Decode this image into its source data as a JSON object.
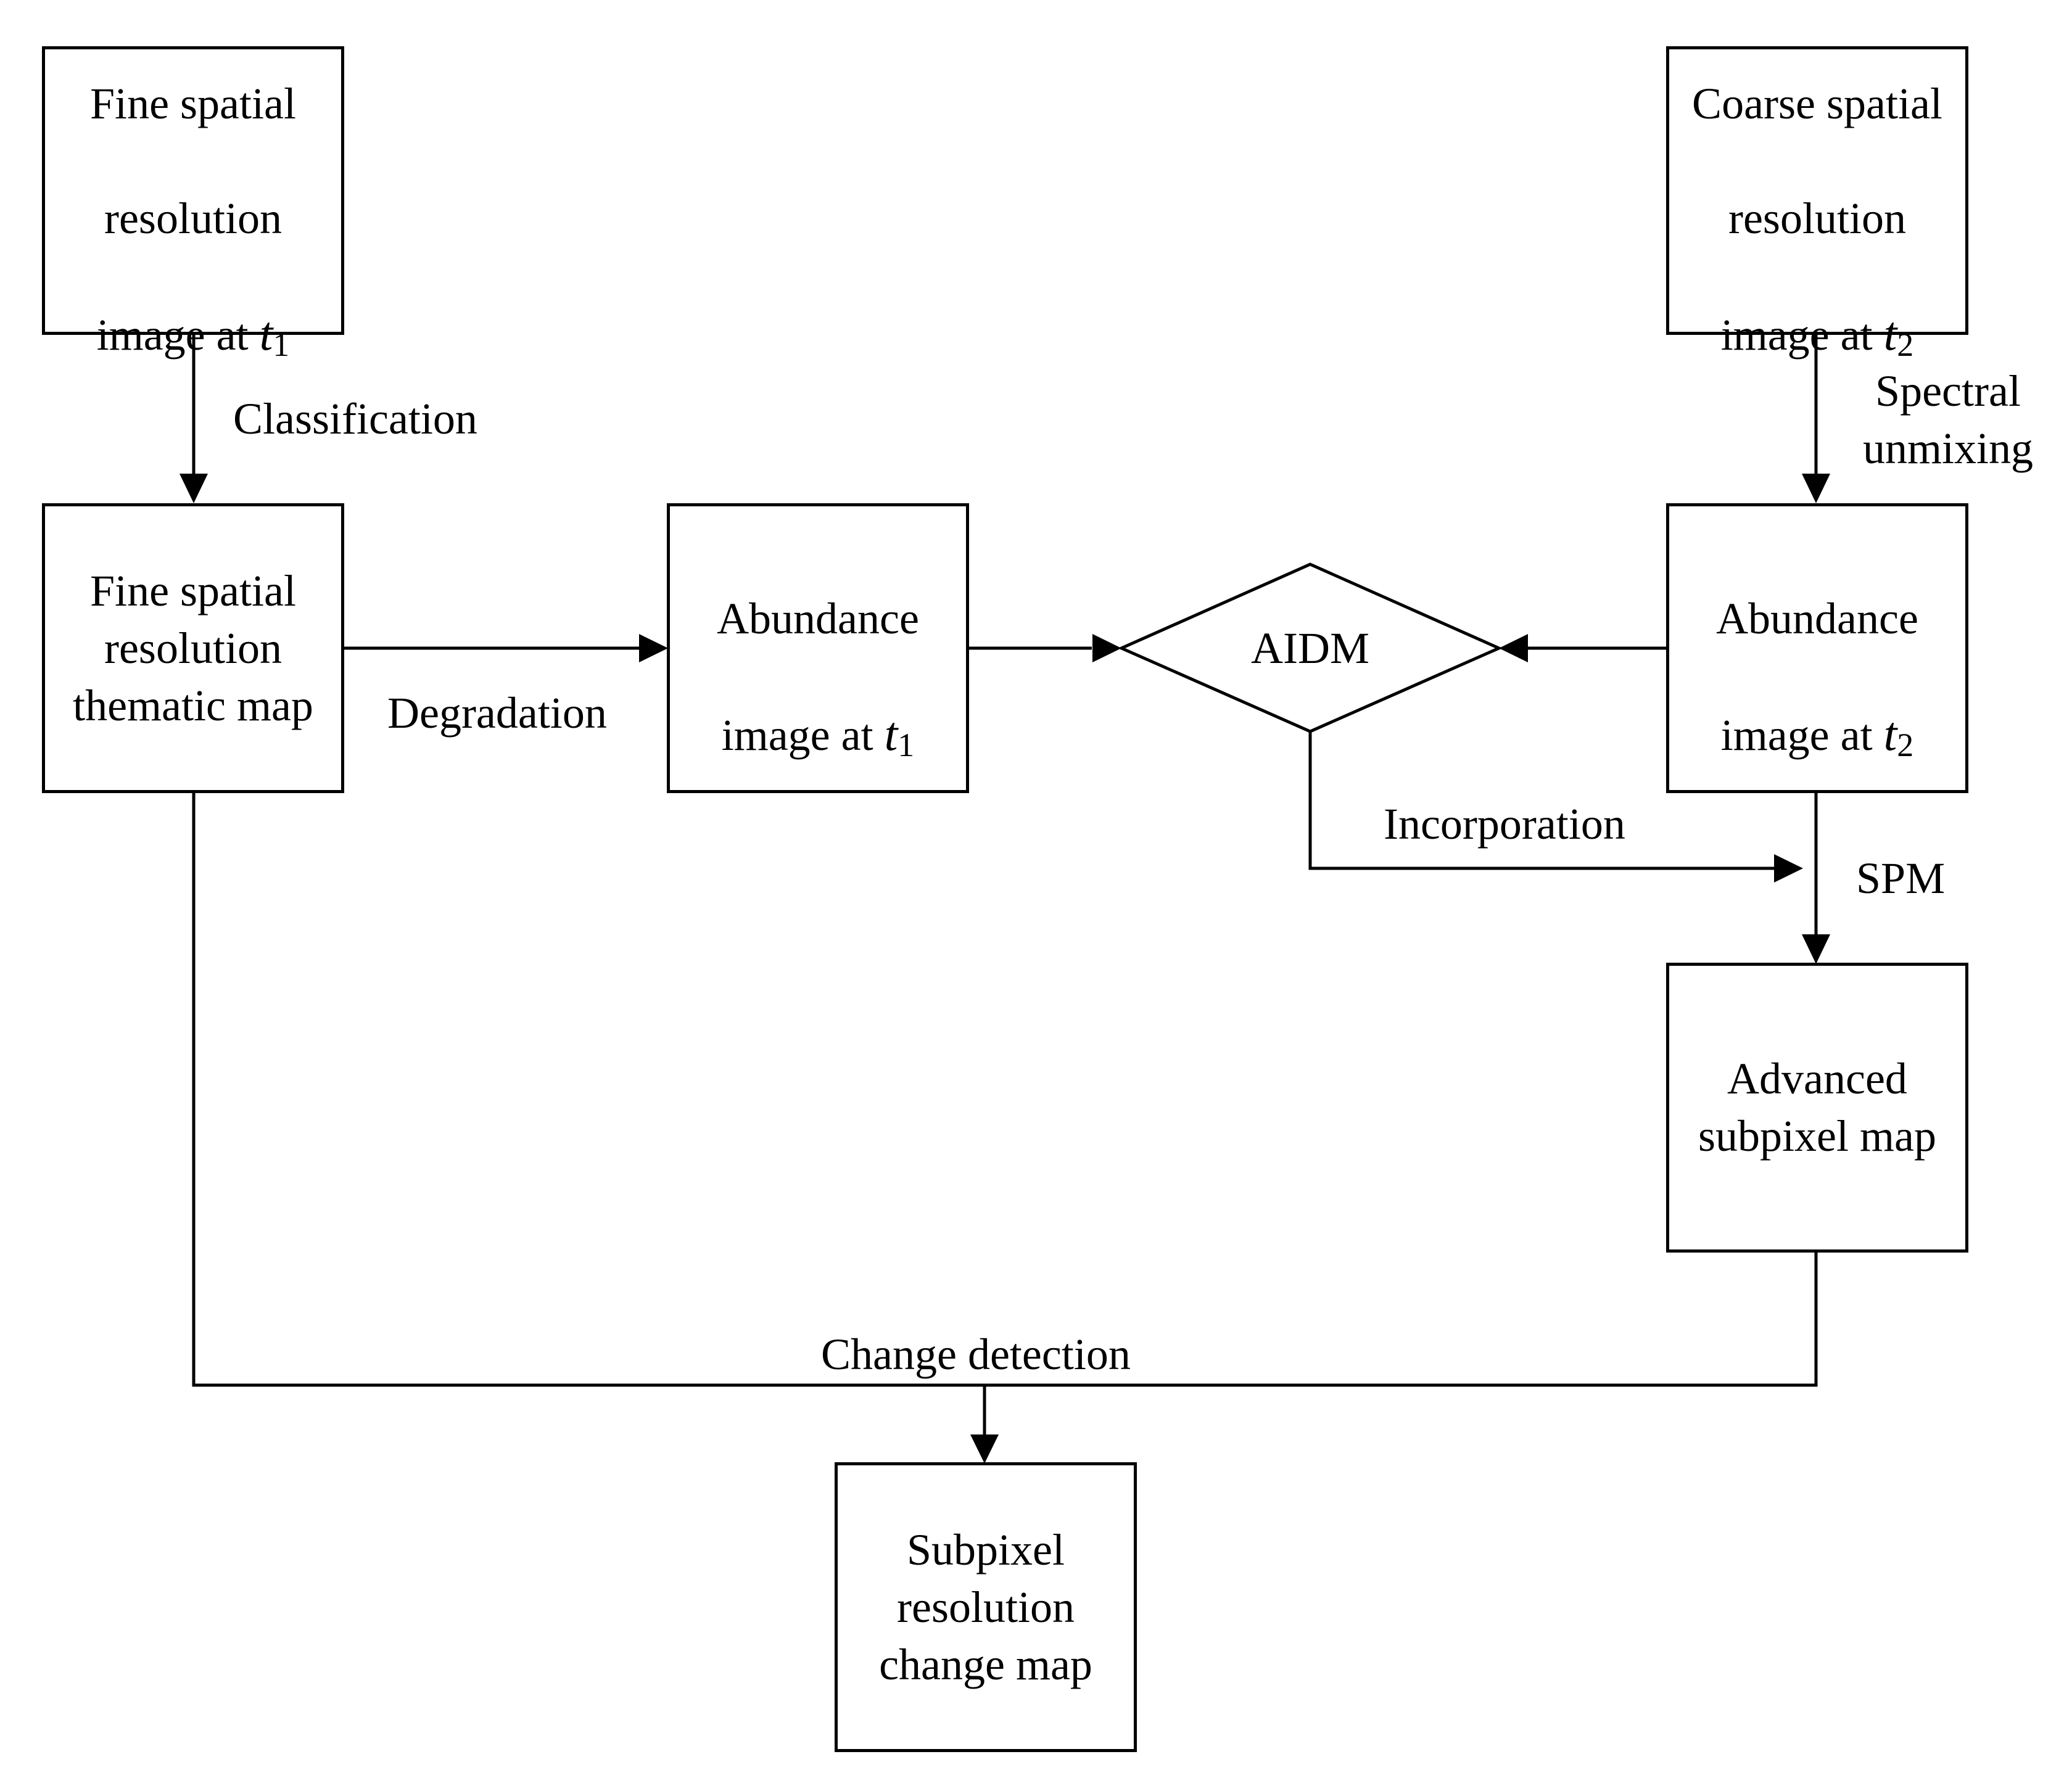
{
  "nodes": {
    "fine_image": {
      "lines": [
        "Fine spatial",
        "resolution"
      ],
      "last_prefix": "image at ",
      "var": "t",
      "sub": "1"
    },
    "coarse_image": {
      "lines": [
        "Coarse spatial",
        "resolution"
      ],
      "last_prefix": "image at ",
      "var": "t",
      "sub": "2"
    },
    "fine_thematic": {
      "text": "Fine spatial\nresolution\nthematic map"
    },
    "abundance_t1": {
      "lines": [
        "Abundance"
      ],
      "last_prefix": "image at ",
      "var": "t",
      "sub": "1"
    },
    "aidm": {
      "text": "AIDM"
    },
    "abundance_t2": {
      "lines": [
        "Abundance"
      ],
      "last_prefix": "image at ",
      "var": "t",
      "sub": "2"
    },
    "advanced_subpixel": {
      "text": "Advanced\nsubpixel map"
    },
    "change_map": {
      "text": "Subpixel\nresolution\nchange map"
    }
  },
  "edges": {
    "classification": "Classification",
    "spectral_unmixing": "Spectral\nunmixing",
    "degradation": "Degradation",
    "incorporation": "Incorporation",
    "spm": "SPM",
    "change_detection": "Change detection"
  }
}
